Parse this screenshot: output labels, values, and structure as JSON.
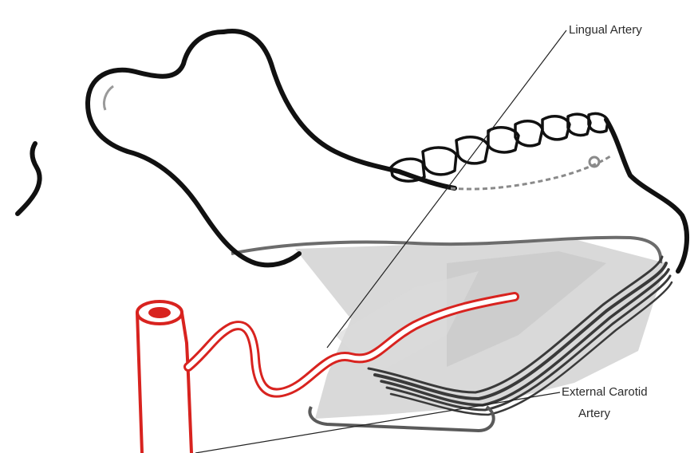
{
  "labels": {
    "lingual_artery": "Lingual Artery",
    "external_carotid_line1": "External Carotid",
    "external_carotid_line2": "Artery"
  },
  "colors": {
    "bone_outline": "#111111",
    "artery": "#d8231f",
    "muscle_fill": "#cfcfcf",
    "muscle_dark": "#3a3a3a",
    "leader_line": "#222222"
  }
}
